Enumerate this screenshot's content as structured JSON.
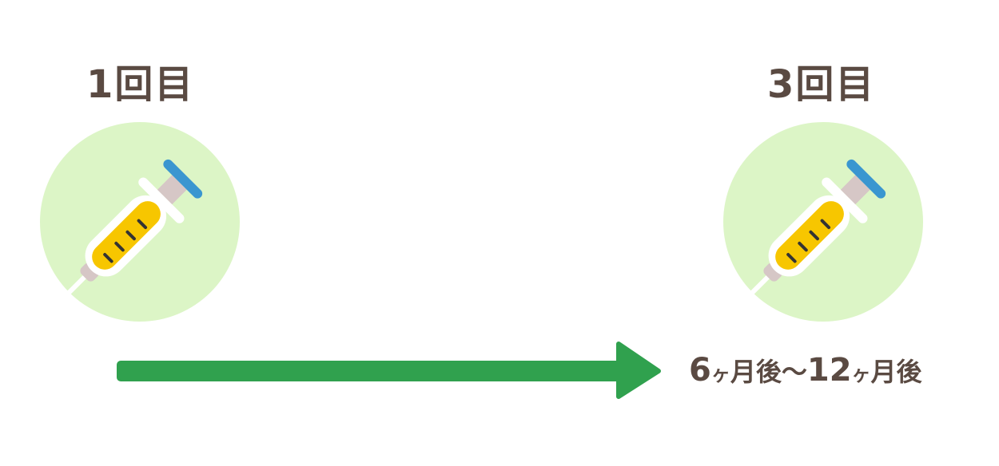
{
  "doses": [
    {
      "label": "1回目"
    },
    {
      "label": "3回目"
    }
  ],
  "interval": {
    "n1": "6",
    "unit_ka_1": "ヶ",
    "unit_month_after_1": "月後",
    "tilde": "〜",
    "n2": "12",
    "unit_ka_2": "ヶ",
    "unit_month_after_2": "月後"
  },
  "icons": [
    "syringe-icon",
    "syringe-icon",
    "arrow-right-icon"
  ],
  "colors": {
    "text": "#5a4a42",
    "circle": "#dcf5c6",
    "arrow": "#30a14e",
    "liquid": "#f7c600",
    "plunger_cap": "#3a96d0",
    "plunger_rod": "#d6c7c6"
  }
}
